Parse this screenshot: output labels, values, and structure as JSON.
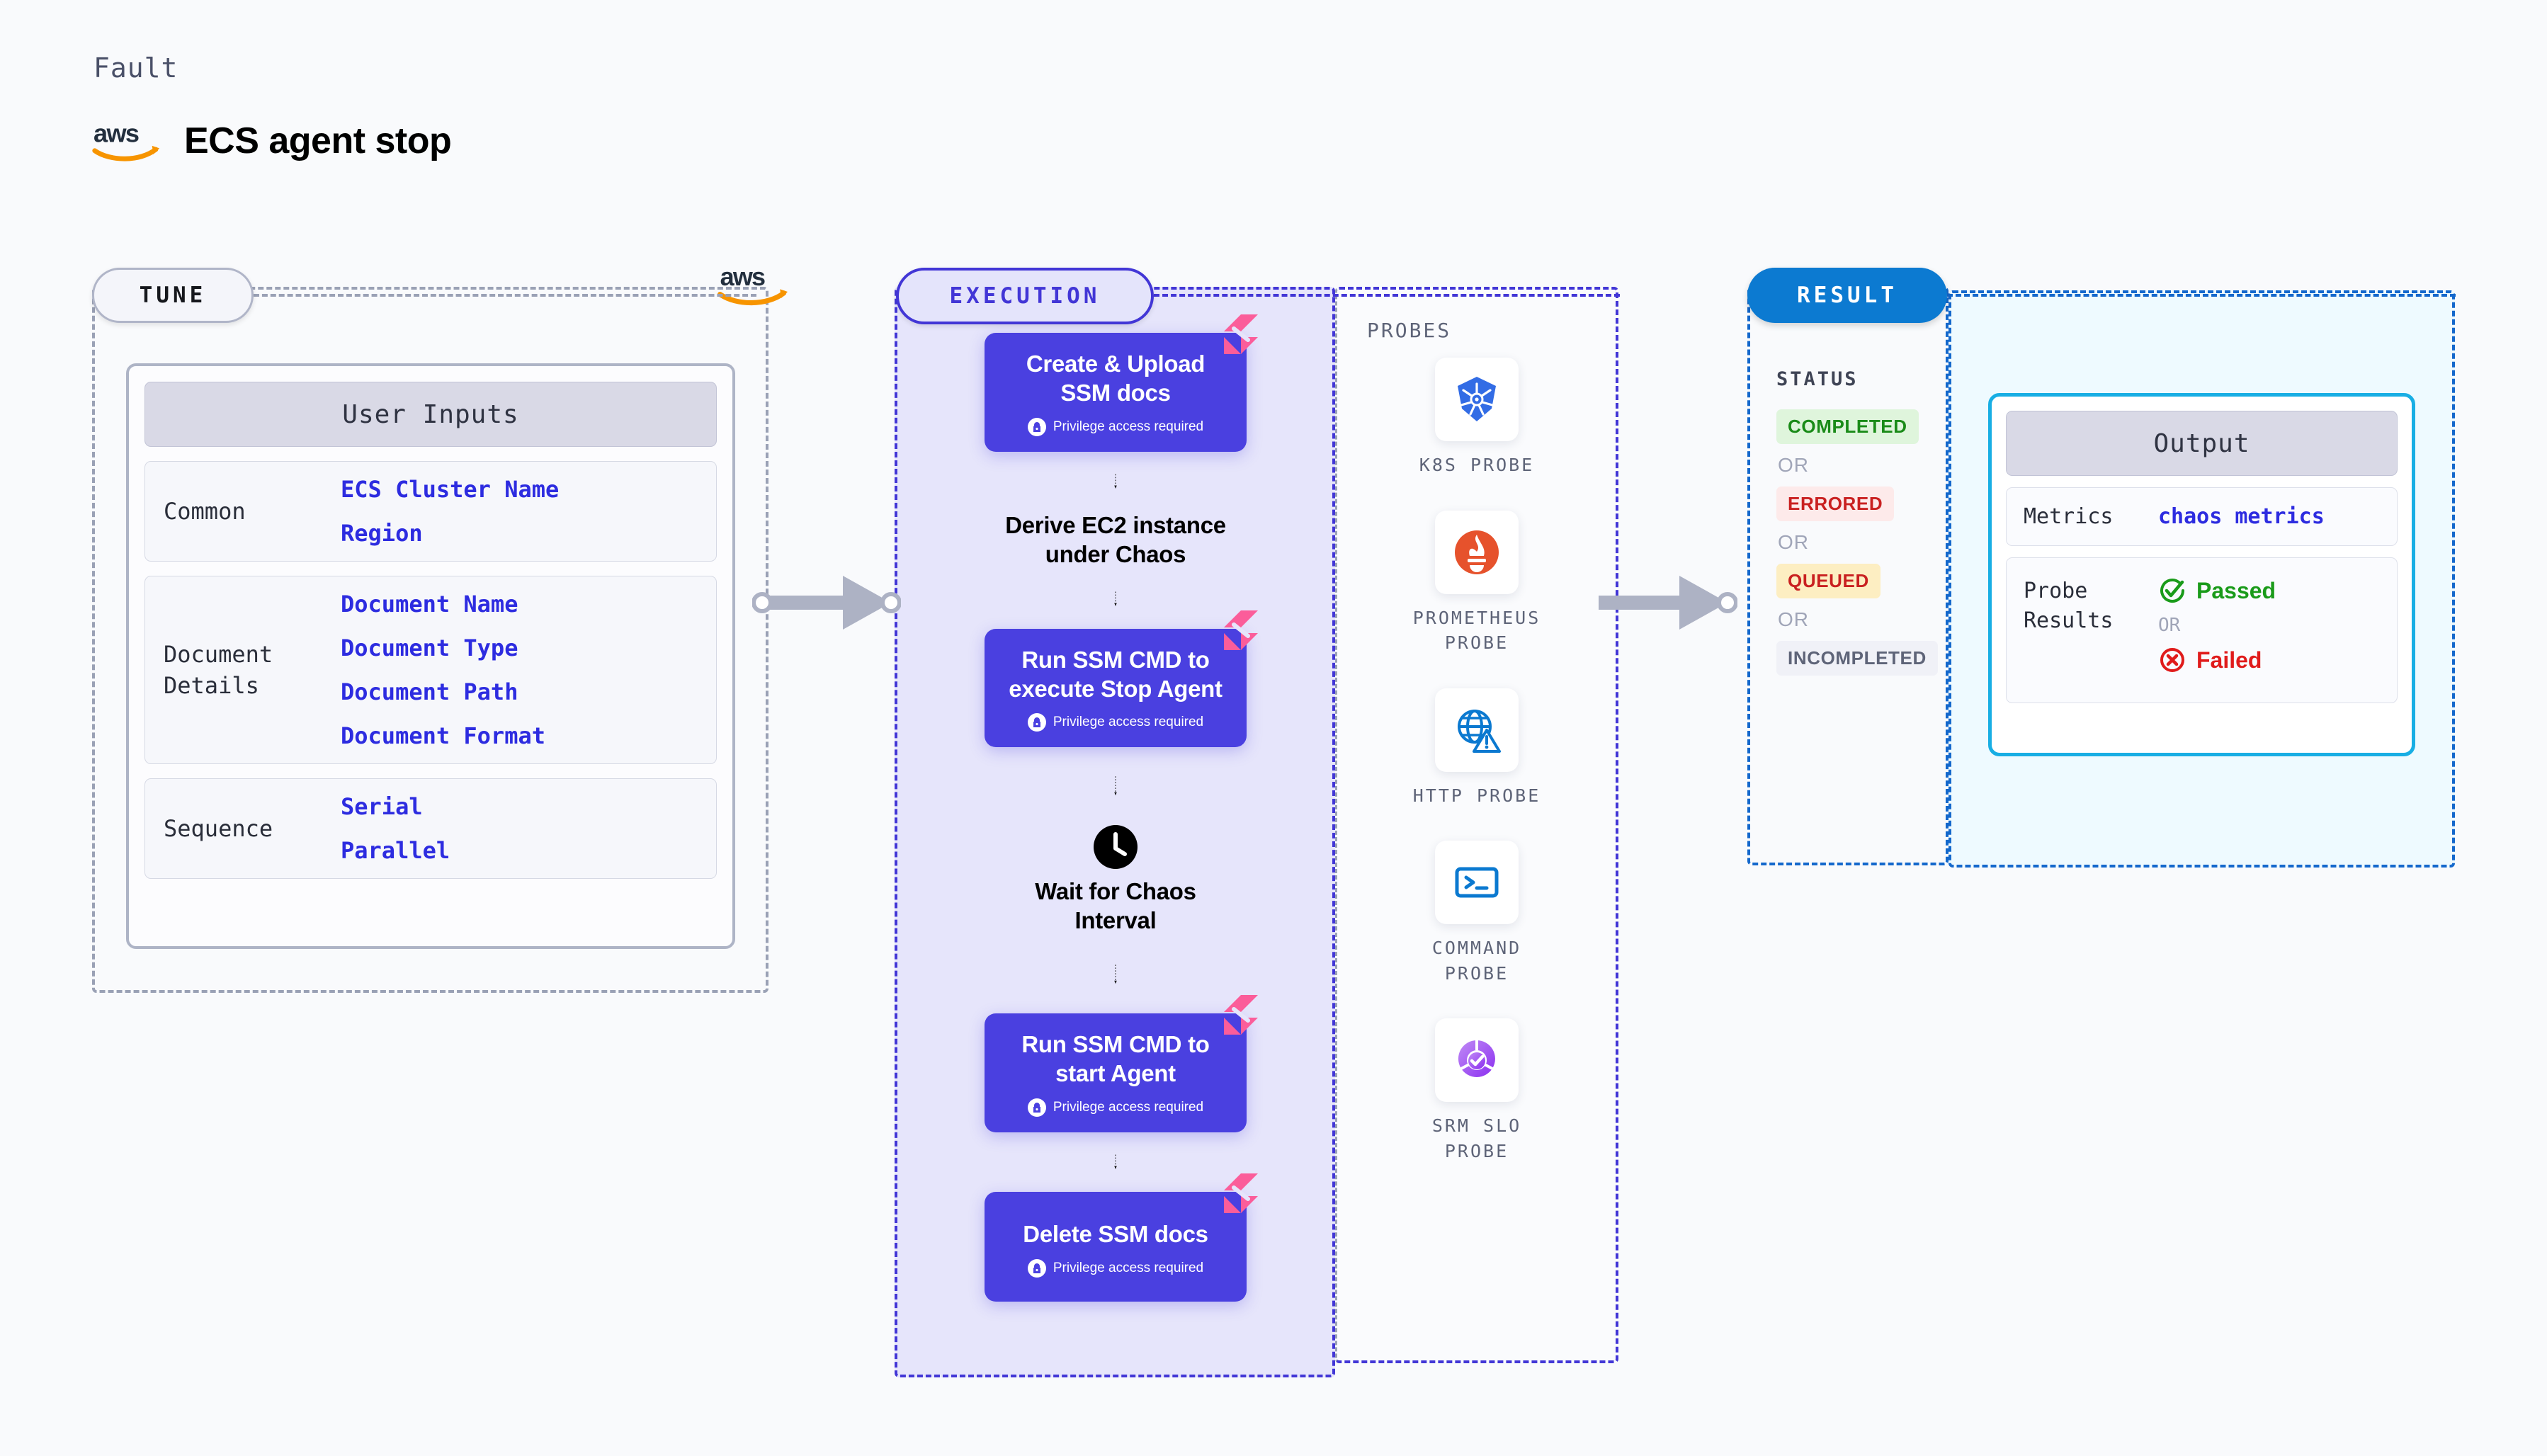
{
  "header": {
    "kicker": "Fault",
    "title": "ECS agent stop",
    "logo_icon": "aws-logo-icon"
  },
  "sections": {
    "tune": {
      "badge": "TUNE",
      "brand_icon": "aws-logo-icon"
    },
    "execution": {
      "badge": "EXECUTION"
    },
    "result": {
      "badge": "RESULT"
    }
  },
  "tune": {
    "panel_title": "User Inputs",
    "groups": [
      {
        "label": "Common",
        "values": [
          "ECS Cluster Name",
          "Region"
        ]
      },
      {
        "label": "Document\nDetails",
        "values": [
          "Document Name",
          "Document Type",
          "Document Path",
          "Document Format"
        ]
      },
      {
        "label": "Sequence",
        "values": [
          "Serial",
          "Parallel"
        ]
      }
    ]
  },
  "execution": {
    "privilege_note": "Privilege access required",
    "steps": [
      {
        "kind": "card",
        "title": "Create & Upload\nSSM docs",
        "privileged": true,
        "icon": "harness-logo-icon"
      },
      {
        "kind": "plain",
        "title": "Derive EC2 instance\nunder Chaos"
      },
      {
        "kind": "card",
        "title": "Run SSM CMD to\nexecute Stop Agent",
        "privileged": true,
        "icon": "harness-logo-icon"
      },
      {
        "kind": "plain",
        "title": "Wait for Chaos\nInterval",
        "icon": "clock-icon"
      },
      {
        "kind": "card",
        "title": "Run SSM CMD to\nstart Agent",
        "privileged": true,
        "icon": "harness-logo-icon"
      },
      {
        "kind": "card",
        "title": "Delete SSM docs",
        "privileged": true,
        "icon": "harness-logo-icon"
      }
    ]
  },
  "probes": {
    "label": "PROBES",
    "items": [
      {
        "name": "K8S PROBE",
        "icon": "kubernetes-icon"
      },
      {
        "name": "PROMETHEUS\nPROBE",
        "icon": "prometheus-icon"
      },
      {
        "name": "HTTP PROBE",
        "icon": "http-globe-icon"
      },
      {
        "name": "COMMAND\nPROBE",
        "icon": "terminal-icon"
      },
      {
        "name": "SRM SLO\nPROBE",
        "icon": "srm-slo-icon"
      }
    ]
  },
  "result": {
    "status_label": "STATUS",
    "or_text": "OR",
    "statuses": [
      {
        "label": "COMPLETED",
        "tone": "completed"
      },
      {
        "label": "ERRORED",
        "tone": "errored"
      },
      {
        "label": "QUEUED",
        "tone": "queued"
      },
      {
        "label": "INCOMPLETED",
        "tone": "incompleted"
      }
    ]
  },
  "output": {
    "panel_title": "Output",
    "metrics_label": "Metrics",
    "metrics_value": "chaos metrics",
    "probe_results_label": "Probe\nResults",
    "passed_label": "Passed",
    "failed_label": "Failed",
    "or_text": "OR",
    "passed_icon": "check-circle-icon",
    "failed_icon": "x-circle-icon"
  },
  "colors": {
    "accent_purple": "#4a40e0",
    "accent_blue": "#0c7ad1",
    "accent_cyan": "#18aee4",
    "harness_pink": "#fb5d9a",
    "aws_orange": "#f79400",
    "success_green": "#1a9b1a",
    "error_red": "#e01b1b",
    "page_bg": "#f9fafc"
  }
}
